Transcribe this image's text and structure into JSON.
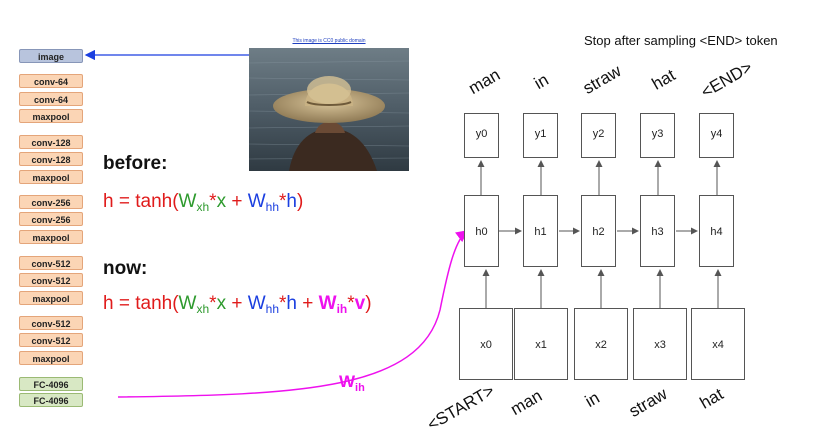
{
  "cnn": {
    "image_label": "image",
    "layers": [
      "conv-64",
      "conv-64",
      "maxpool",
      "conv-128",
      "conv-128",
      "maxpool",
      "conv-256",
      "conv-256",
      "maxpool",
      "conv-512",
      "conv-512",
      "maxpool",
      "conv-512",
      "conv-512",
      "maxpool",
      "FC-4096",
      "FC-4096"
    ]
  },
  "photo": {
    "credit": "This image is CC0 public domain"
  },
  "equations": {
    "before_label": "before:",
    "now_label": "now:"
  },
  "wih_label": "W",
  "wih_sub": "ih",
  "title": "Stop after sampling <END> token",
  "rnn": {
    "outputs": [
      "y0",
      "y1",
      "y2",
      "y3",
      "y4"
    ],
    "hidden": [
      "h0",
      "h1",
      "h2",
      "h3",
      "h4"
    ],
    "inputs": [
      "x0",
      "x1",
      "x2",
      "x3",
      "x4"
    ],
    "top_words": [
      "man",
      "in",
      "straw",
      "hat",
      "<END>"
    ],
    "bottom_words": [
      "<START>",
      "man",
      "in",
      "straw",
      "hat"
    ]
  },
  "colors": {
    "red": "#e01b1b",
    "green": "#2e9a2e",
    "blue": "#1b3fe0",
    "magenta": "#ee11ee",
    "conv_fill": "#fbd5b5",
    "fc_fill": "#d8e8c4",
    "image_fill": "#b8c4dd"
  }
}
